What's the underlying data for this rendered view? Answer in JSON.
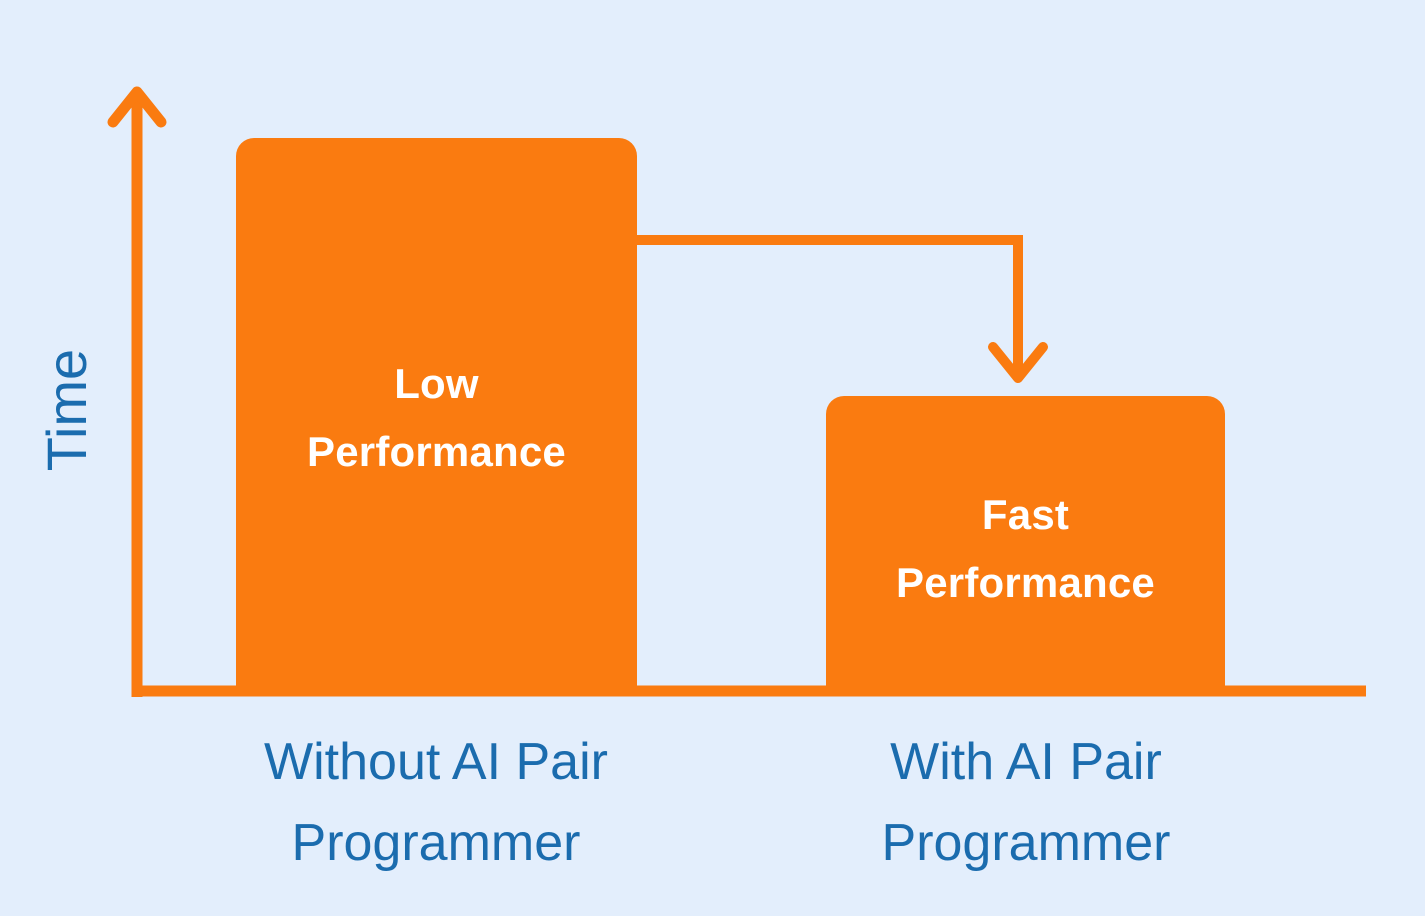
{
  "chart_data": {
    "type": "bar",
    "title": "",
    "subtitle": "",
    "xlabel": "",
    "ylabel": "Time",
    "categories": [
      "Without AI Pair\nProgrammer",
      "With AI Pair\nProgrammer"
    ],
    "values": [
      100,
      53
    ],
    "value_unit": "relative time",
    "bar_labels": [
      "Low\nPerformance",
      "Fast\nPerformance"
    ],
    "ylim": [
      0,
      109
    ],
    "grid": false,
    "legend": null,
    "legend_position": "none",
    "annotations": [
      {
        "name": "improvement-arrow",
        "text": "",
        "from_category": "Without AI Pair Programmer",
        "to_category": "With AI Pair Programmer",
        "meaning": "time decreases from the first bar to the second bar"
      }
    ],
    "axis_style": {
      "y_axis_arrow": true,
      "x_axis_arrow": false,
      "tick_labels": []
    }
  },
  "colors": {
    "background": "#e3eefc",
    "bar": "#fa7b10",
    "accent": "#fa7b10",
    "axis": "#fa7b10",
    "category_text": "#1b6cae",
    "axis_title_text": "#1b6cae",
    "bar_text": "#ffffff"
  },
  "icons": {
    "y_axis_arrow": "arrow-up-icon",
    "connector_arrow": "arrow-down-elbow-icon"
  },
  "axis": {
    "y_title": "Time"
  },
  "bars": [
    {
      "id": "bar-without-ai",
      "label": "Low\nPerformance",
      "category": "Without AI Pair\nProgrammer",
      "value": 100
    },
    {
      "id": "bar-with-ai",
      "label": "Fast\nPerformance",
      "category": "With AI Pair\nProgrammer",
      "value": 53
    }
  ]
}
